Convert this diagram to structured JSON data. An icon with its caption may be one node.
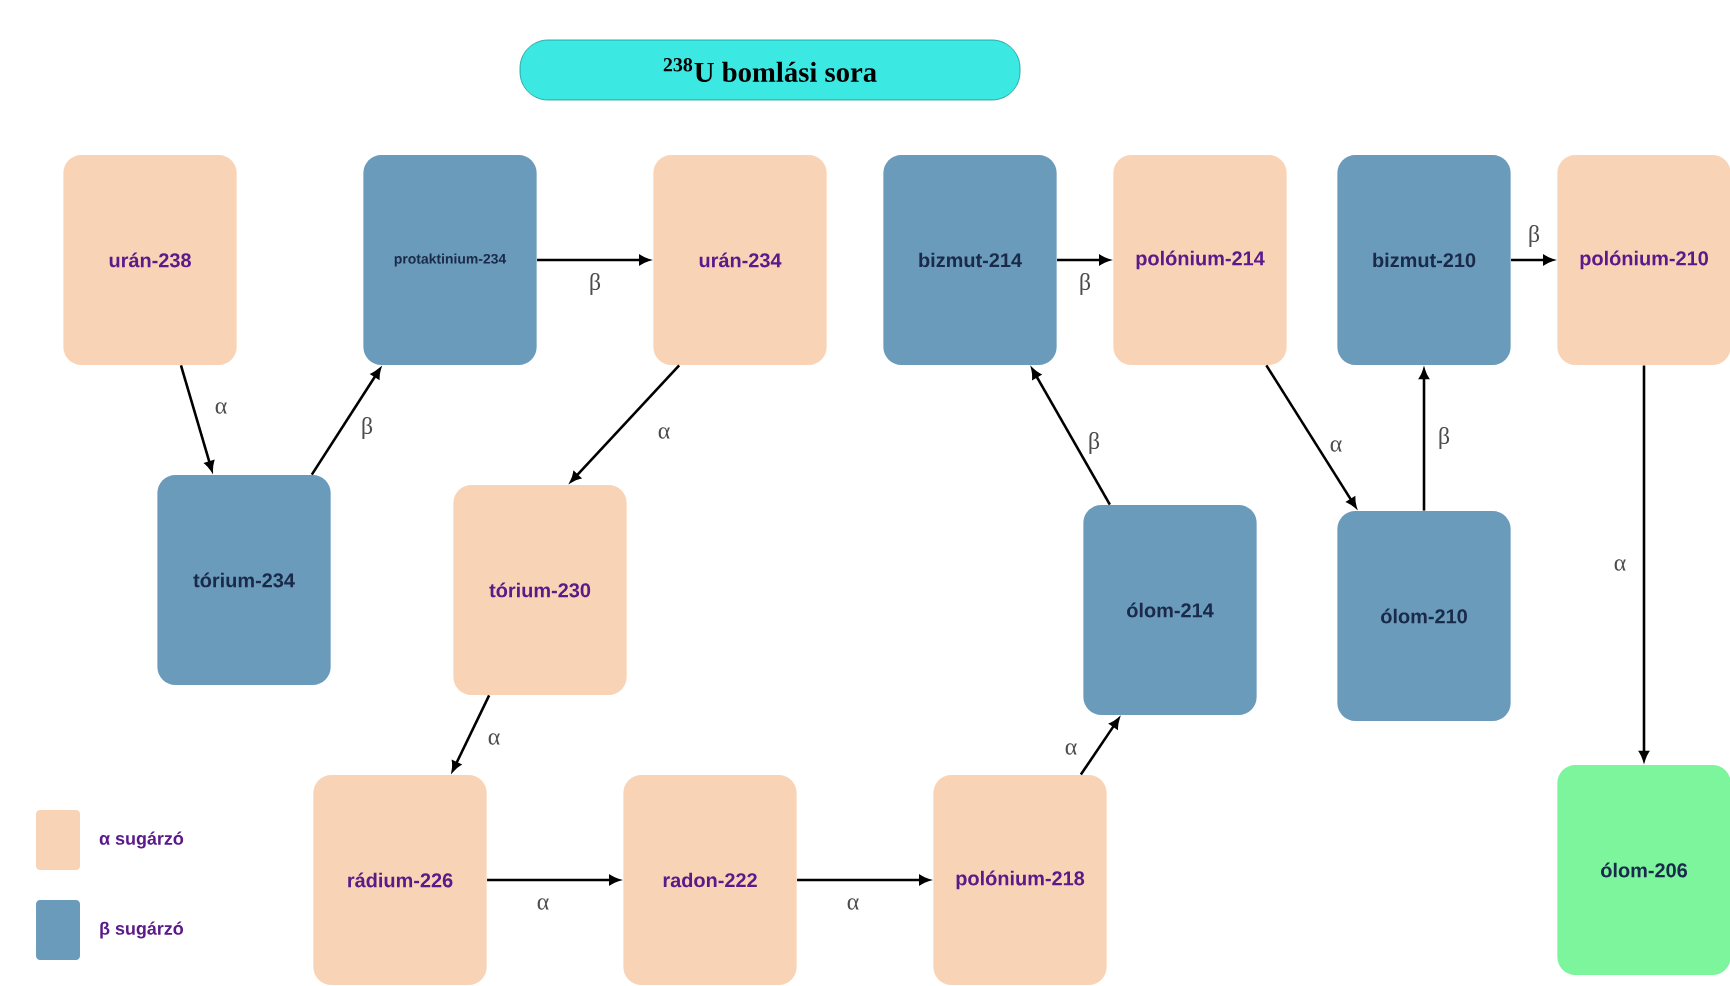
{
  "diagram": {
    "title": "$^{238}$U bomlási sora",
    "nodes": [
      {
        "text": [
          "urán-238"
        ]
      },
      {
        "text": [
          "protaktinium-234"
        ]
      },
      {
        "text": [
          "urán-234"
        ]
      },
      {
        "text": [
          "bizmut-214"
        ]
      },
      {
        "text": [
          "polónium-214"
        ]
      },
      {
        "text": [
          "bizmut-210"
        ]
      },
      {
        "text": [
          "polónium-210"
        ]
      },
      {
        "text": [
          "tórium-234"
        ]
      },
      {
        "text": [
          "tórium-230"
        ]
      },
      {
        "text": [
          "ólom-214"
        ]
      },
      {
        "text": [
          "ólom-210"
        ]
      },
      {
        "text": [
          "rádium-226"
        ]
      },
      {
        "text": [
          "radon-222"
        ]
      },
      {
        "text": [
          "polónium-218"
        ]
      },
      {
        "text": [
          "ólom-206"
        ]
      }
    ],
    "edges": [
      {
        "from": 0,
        "to": 7,
        "arrow": "to",
        "label": "α"
      },
      {
        "from": 7,
        "to": 1,
        "arrow": "to",
        "label": "β"
      },
      {
        "from": 1,
        "to": 2,
        "arrow": "to",
        "label": "β"
      },
      {
        "from": 2,
        "to": 8,
        "arrow": "to",
        "label": "α"
      },
      {
        "from": 8,
        "to": 11,
        "arrow": "to",
        "label": "α"
      },
      {
        "from": 11,
        "to": 12,
        "arrow": "to",
        "label": "α"
      },
      {
        "from": 12,
        "to": 13,
        "arrow": "to",
        "label": "α"
      },
      {
        "from": 13,
        "to": 9,
        "arrow": "to",
        "label": "α"
      },
      {
        "from": 9,
        "to": 3,
        "arrow": "to",
        "label": "β"
      },
      {
        "from": 3,
        "to": 4,
        "arrow": "to",
        "label": "β"
      },
      {
        "from": 4,
        "to": 10,
        "arrow": "to",
        "label": "α"
      },
      {
        "from": 10,
        "to": 5,
        "arrow": "to",
        "label": "β"
      },
      {
        "from": 5,
        "to": 6,
        "arrow": "to",
        "label": "β"
      },
      {
        "from": 6,
        "to": 14,
        "arrow": "to",
        "label": "α"
      }
    ],
    "legend": [
      {
        "text": "α sugárzó",
        "color": "#f9d3b5"
      },
      {
        "text": "β sugárzó",
        "color": "#6b9bbb"
      }
    ]
  }
}
